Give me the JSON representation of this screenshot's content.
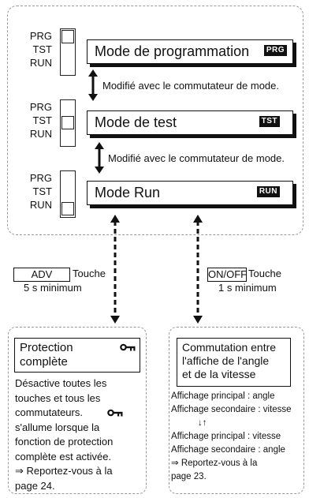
{
  "switch_labels": [
    "PRG",
    "TST",
    "RUN"
  ],
  "modes": [
    {
      "title": "Mode de programmation",
      "tag": "PRG"
    },
    {
      "title": "Mode de test",
      "tag": "TST"
    },
    {
      "title": "Mode Run",
      "tag": "RUN"
    }
  ],
  "change_label": "Modifié avec le commutateur de mode.",
  "left_button": {
    "key": "ADV",
    "label": "Touche",
    "duration": "5 s minimum"
  },
  "right_button": {
    "key": "ON/OFF",
    "label": "Touche",
    "duration": "1 s minimum"
  },
  "left_panel": {
    "title_line1": "Protection",
    "title_line2": "complète",
    "key_icon": "key-icon",
    "lines": [
      "Désactive toutes les",
      "touches et tous les",
      "commutateurs.",
      "s'allume lorsque la",
      "fonction de protection",
      "complète est activée.",
      "⇒ Reportez-vous à la",
      "page 24."
    ]
  },
  "right_panel": {
    "title_lines": [
      "Commutation entre",
      "l'affiche de l'angle",
      "et de la vitesse"
    ],
    "lines": [
      "Affichage principal : angle",
      "Affichage secondaire : vitesse",
      "↓↑",
      "Affichage principal : vitesse",
      "Affichage secondaire : angle",
      "⇒ Reportez-vous à la",
      "page 23."
    ]
  }
}
